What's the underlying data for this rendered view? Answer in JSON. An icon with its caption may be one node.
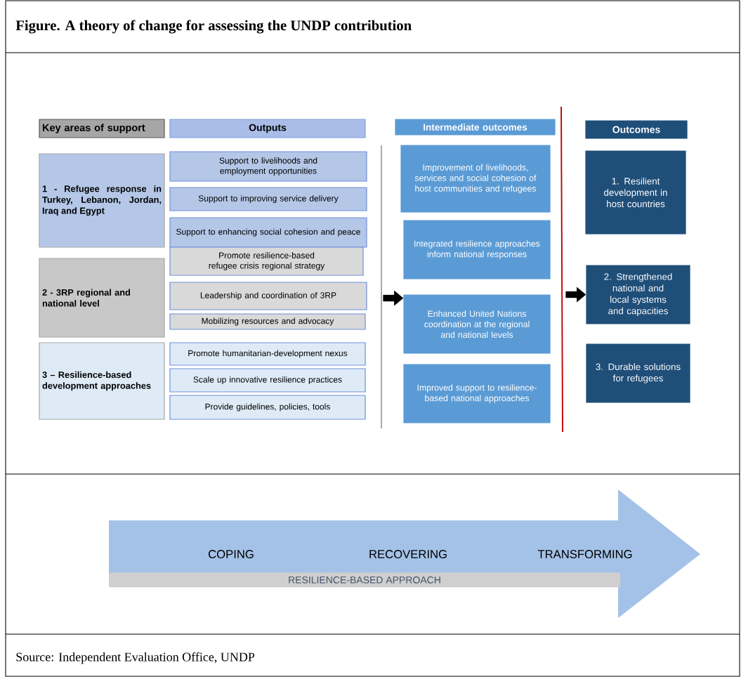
{
  "diagram": {
    "title": "Figure. A theory of change for assessing the UNDP contribution",
    "caption": "Source: Independent Evaluation Office, UNDP",
    "nodes": [
      {
        "text": [
          "Key areas of support"
        ]
      },
      {
        "text": [
          "Outputs"
        ]
      },
      {
        "text": [
          "Intermediate outcomes"
        ]
      },
      {
        "text": [
          "Outcomes"
        ]
      },
      {
        "text": [
          "1 - Refugee response in Turkey, Lebanon, Jordan, Iraq and Egypt"
        ]
      },
      {
        "text": [
          "2 - 3RP regional and national level"
        ]
      },
      {
        "text": [
          "3 – Resilience-based development approaches"
        ]
      },
      {
        "text": [
          "Support to livelihoods and employment opportunities"
        ]
      },
      {
        "text": [
          "Support to improving service delivery"
        ]
      },
      {
        "text": [
          "Support to enhancing social cohesion and peace"
        ]
      },
      {
        "text": [
          "Promote resilience-based refugee crisis regional strategy"
        ]
      },
      {
        "text": [
          "Leadership and  coordination of 3RP"
        ]
      },
      {
        "text": [
          "Mobilizing resources and advocacy"
        ]
      },
      {
        "text": [
          "Promote humanitarian-development nexus"
        ]
      },
      {
        "text": [
          "Scale up innovative resilience practices"
        ]
      },
      {
        "text": [
          "Provide guidelines, policies, tools"
        ]
      },
      {
        "text": [
          "Improvement of livelihoods, services and social cohesion of host communities and refugees"
        ]
      },
      {
        "text": [
          "Integrated resilience approaches inform national responses"
        ]
      },
      {
        "text": [
          "Enhanced United Nations coordination at the regional and national levels"
        ]
      },
      {
        "text": [
          "Improved support to resilience-based national approaches"
        ]
      },
      {
        "text": [
          "1. Resilient development in host countries"
        ]
      },
      {
        "text": [
          "2. Strengthened national and local systems and capacities"
        ]
      },
      {
        "text": [
          "3. Durable solutions for refugees"
        ]
      },
      {
        "text": [
          "COPING",
          "RECOVERING",
          "TRANSFORMING"
        ]
      },
      {
        "text": [
          "RESILIENCE-BASED APPROACH"
        ],
        "in": 23
      }
    ],
    "edges": [
      {
        "from": null,
        "to": 18,
        "arrow": "to"
      },
      {
        "from": null,
        "to": 21,
        "arrow": "to"
      }
    ]
  }
}
